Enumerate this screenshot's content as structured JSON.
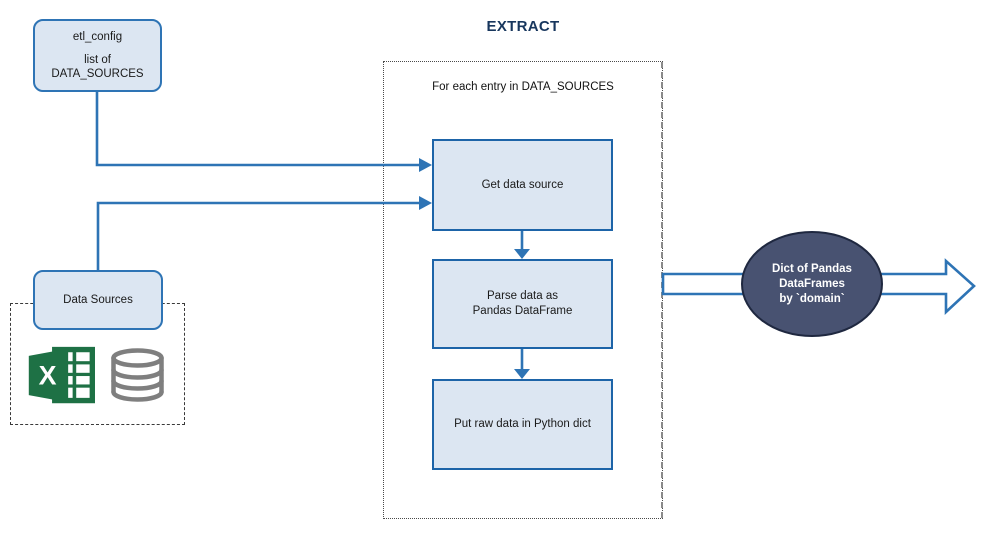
{
  "diagram": {
    "title": "EXTRACT",
    "config_node": {
      "name": "etl_config",
      "detail1": "list of",
      "detail2": "DATA_SOURCES"
    },
    "data_sources_node": {
      "label": "Data Sources"
    },
    "source_icons": [
      {
        "name": "excel-icon"
      },
      {
        "name": "database-icon"
      }
    ],
    "loop_container": {
      "caption": "For each entry in DATA_SOURCES"
    },
    "steps": [
      {
        "label": "Get data source"
      },
      {
        "line1": "Parse data as",
        "line2": "Pandas DataFrame"
      },
      {
        "label": "Put raw data in Python dict"
      }
    ],
    "output_node": {
      "line1": "Dict of Pandas",
      "line2": "DataFrames",
      "line3": "by `domain`"
    },
    "colors": {
      "node_fill": "#dce6f2",
      "step_border": "#1d64a8",
      "rounded_border": "#2e74b5",
      "connector_blue": "#2e74b5",
      "title_navy": "#17365d",
      "ellipse_fill": "#485271",
      "ellipse_border": "#1f2840",
      "excel_green": "#1e7145",
      "database_gray": "#7f7f7f"
    }
  }
}
